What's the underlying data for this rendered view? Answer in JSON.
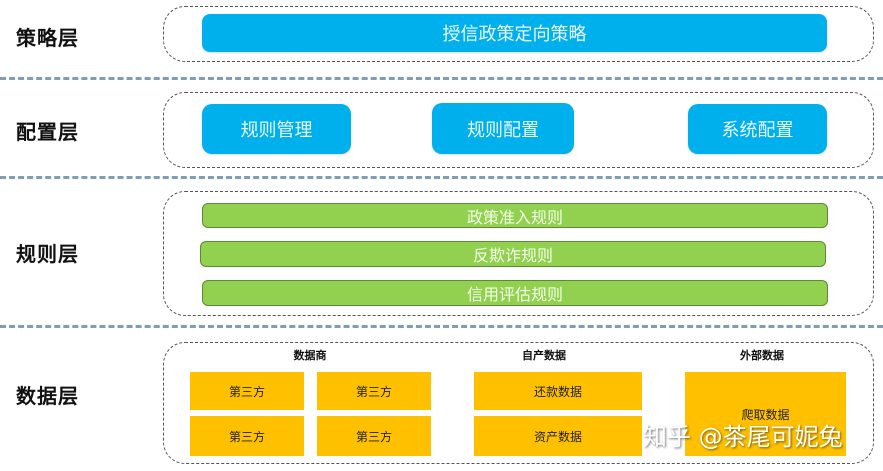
{
  "layers": [
    {
      "label": "策略层"
    },
    {
      "label": "配置层"
    },
    {
      "label": "规则层"
    },
    {
      "label": "数据层"
    }
  ],
  "strategy": {
    "main": "授信政策定向策略"
  },
  "config": {
    "items": [
      "规则管理",
      "规则配置",
      "系统配置"
    ]
  },
  "rules": {
    "items": [
      "政策准入规则",
      "反欺诈规则",
      "信用评估规则"
    ]
  },
  "data": {
    "groups": [
      {
        "title": "数据商",
        "items": [
          "第三方",
          "第三方",
          "第三方",
          "第三方"
        ]
      },
      {
        "title": "自产数据",
        "items": [
          "还款数据",
          "资产数据"
        ]
      },
      {
        "title": "外部数据",
        "items": [
          "爬取数据"
        ]
      }
    ]
  },
  "watermark": "知乎 @茶尾可妮兔",
  "colors": {
    "blue": "#00b0ec",
    "green": "#92d050",
    "yellow": "#ffc000",
    "separator": "#7f9db5"
  }
}
